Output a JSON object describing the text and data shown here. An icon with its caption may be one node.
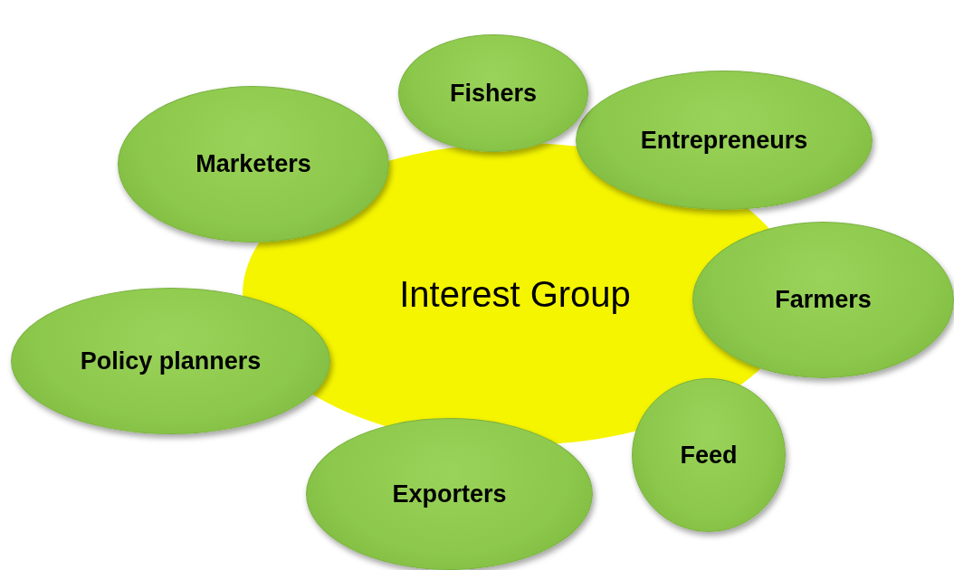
{
  "diagram": {
    "nodes": [
      {
        "text": [
          "Fishers"
        ]
      },
      {
        "text": [
          "Entrepreneurs"
        ]
      },
      {
        "text": [
          "Marketers"
        ]
      },
      {
        "text": [
          "Interest Group"
        ]
      },
      {
        "text": [
          "Farmers"
        ]
      },
      {
        "text": [
          "Policy planners"
        ]
      },
      {
        "text": [
          "Feed"
        ]
      },
      {
        "text": [
          "Exporters"
        ]
      }
    ]
  }
}
